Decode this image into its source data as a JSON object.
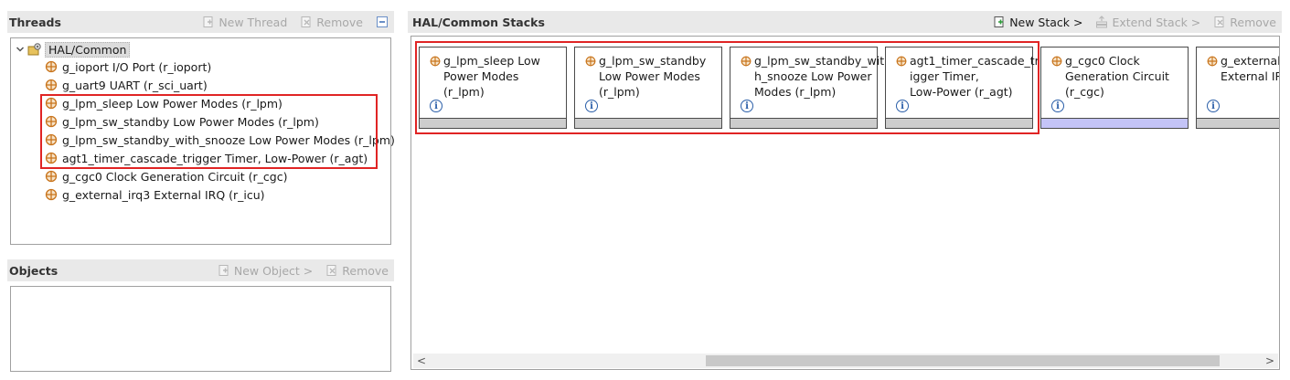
{
  "threads": {
    "title": "Threads",
    "new_thread": "New Thread",
    "remove": "Remove",
    "root": "HAL/Common",
    "items": [
      "g_ioport I/O Port (r_ioport)",
      "g_uart9 UART (r_sci_uart)",
      "g_lpm_sleep Low Power Modes (r_lpm)",
      "g_lpm_sw_standby Low Power Modes (r_lpm)",
      "g_lpm_sw_standby_with_snooze Low Power Modes (r_lpm)",
      "agt1_timer_cascade_trigger Timer, Low-Power (r_agt)",
      "g_cgc0 Clock Generation Circuit (r_cgc)",
      "g_external_irq3 External IRQ (r_icu)"
    ]
  },
  "objects": {
    "title": "Objects",
    "new_object": "New Object >",
    "remove": "Remove"
  },
  "stacks": {
    "title": "HAL/Common Stacks",
    "new_stack": "New Stack >",
    "extend_stack": "Extend Stack >",
    "remove": "Remove",
    "cards": [
      {
        "title": "g_lpm_sleep Low\nPower Modes (r_lpm)",
        "bar": "gray"
      },
      {
        "title": "g_lpm_sw_standby\nLow Power Modes\n(r_lpm)",
        "bar": "gray"
      },
      {
        "title": "g_lpm_sw_standby_wit\nh_snooze Low Power\nModes (r_lpm)",
        "bar": "gray"
      },
      {
        "title": "agt1_timer_cascade_tr\nigger Timer,\nLow-Power (r_agt)",
        "bar": "gray"
      },
      {
        "title": "g_cgc0 Clock\nGeneration Circuit\n(r_cgc)",
        "bar": "blue"
      },
      {
        "title": "g_external_\nExternal IR",
        "bar": "gray"
      }
    ],
    "info_glyph": "i"
  },
  "scroll": {
    "left": "<",
    "right": ">"
  },
  "colors": {
    "highlight": "#e02424",
    "icon_orange": "#c8741c",
    "info_blue": "#2a5ea8"
  }
}
